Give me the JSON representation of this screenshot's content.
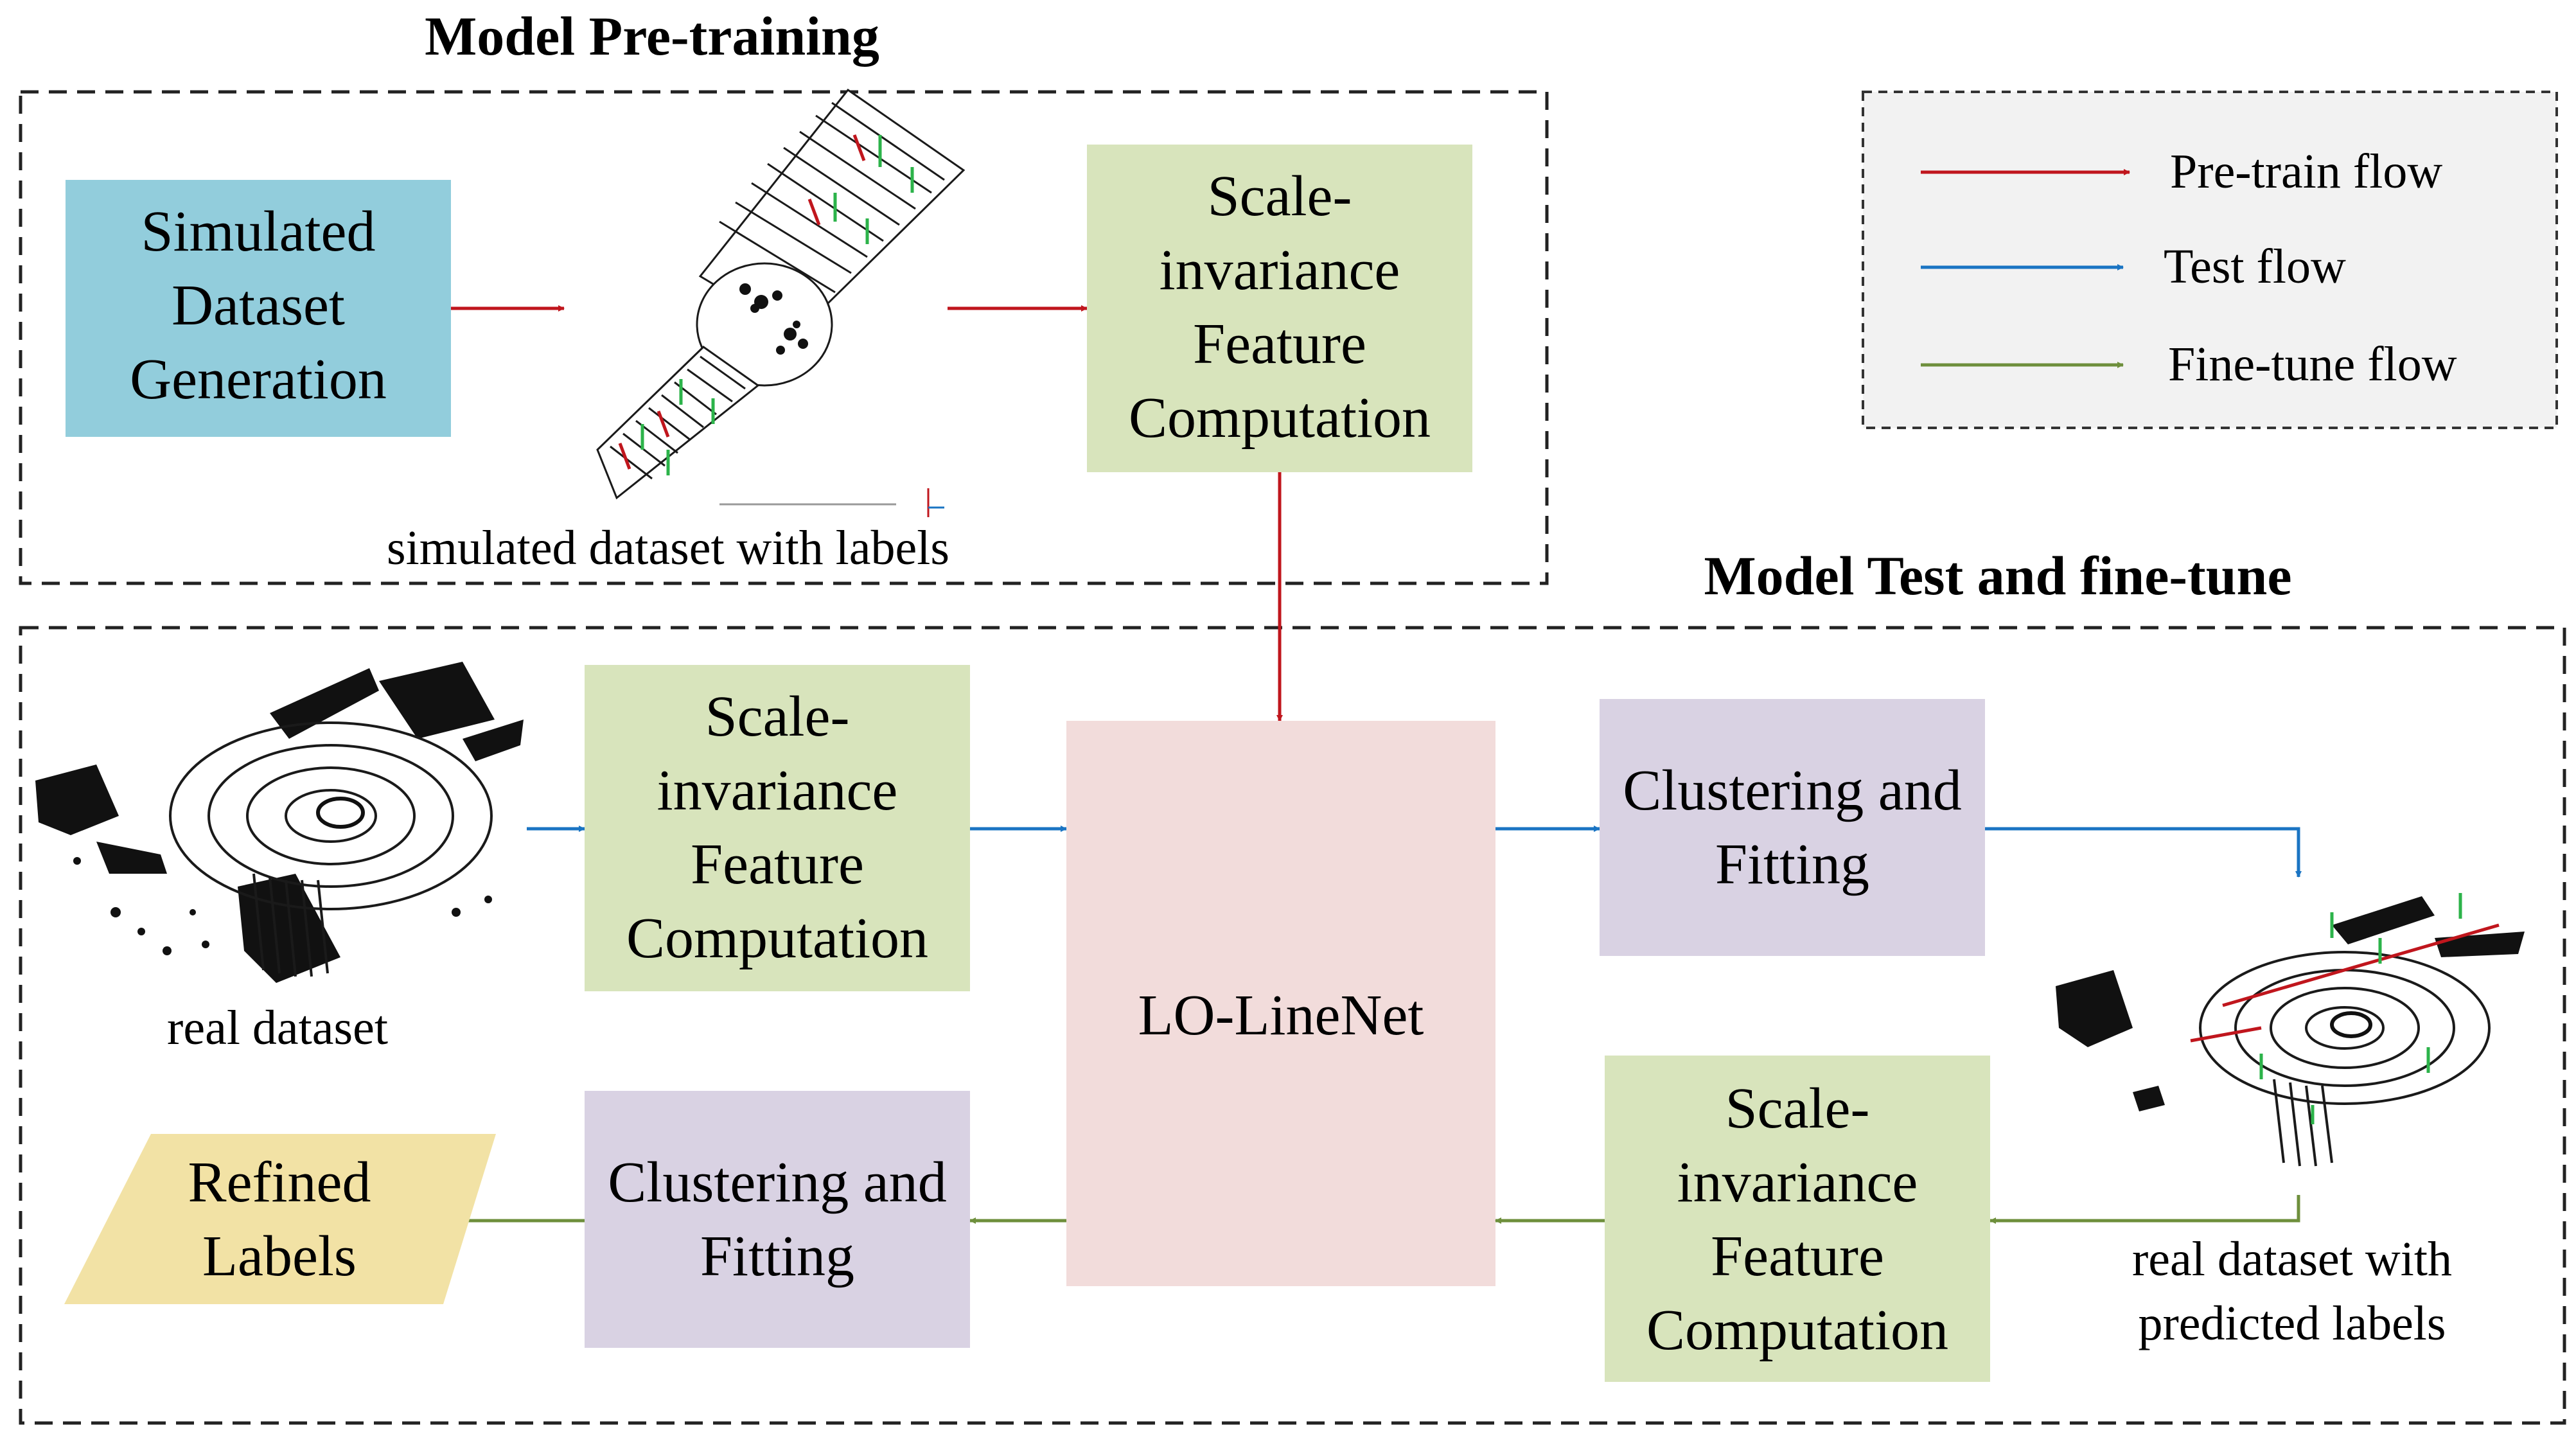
{
  "sections": {
    "pretraining_title": "Model Pre-training",
    "test_finetune_title": "Model Test and fine-tune"
  },
  "legend": {
    "items": [
      {
        "label": "Pre-train flow",
        "color": "#c0161d"
      },
      {
        "label": "Test flow",
        "color": "#1a74c3"
      },
      {
        "label": "Fine-tune flow",
        "color": "#6e8f3c"
      }
    ]
  },
  "pretraining": {
    "simulated_box": [
      "Simulated",
      "Dataset",
      "Generation"
    ],
    "simulated_caption": "simulated dataset with labels",
    "feature_box": [
      "Scale-",
      "invariance",
      "Feature",
      "Computation"
    ]
  },
  "test": {
    "real_caption": "real dataset",
    "feature_box": [
      "Scale-",
      "invariance",
      "Feature",
      "Computation"
    ],
    "network_label": "LO-LineNet",
    "cluster_box": [
      "Clustering and",
      "Fitting"
    ],
    "predicted_caption": [
      "real dataset with",
      "predicted labels"
    ]
  },
  "finetune": {
    "feature_box": [
      "Scale-",
      "invariance",
      "Feature",
      "Computation"
    ],
    "cluster_box": [
      "Clustering and",
      "Fitting"
    ],
    "refined_box": [
      "Refined",
      "Labels"
    ]
  },
  "colors": {
    "simulated_fill": "#92cddc",
    "feature_fill": "#d8e4bc",
    "cluster_fill": "#d9d2e3",
    "network_fill": "#f2dcdb",
    "refined_fill": "#f2e2a5",
    "legend_fill": "#f2f2f2"
  }
}
